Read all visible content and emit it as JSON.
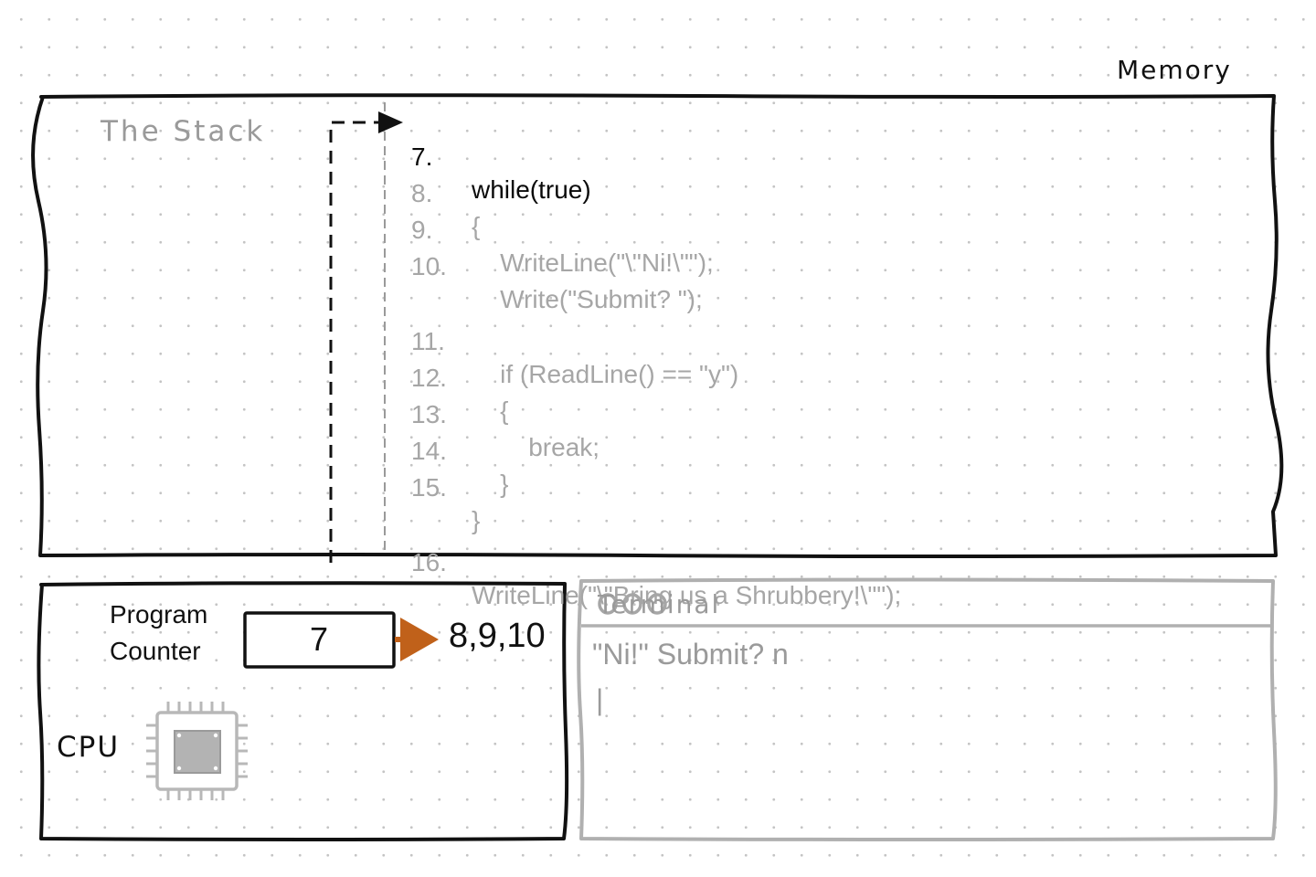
{
  "memory": {
    "label": "Memory",
    "stack_label": "The Stack",
    "code_lines": [
      {
        "num": "7.",
        "text": "while(true)",
        "current": true
      },
      {
        "num": "8.",
        "text": "{"
      },
      {
        "num": "9.",
        "text": "    WriteLine(\"\\\"Ni!\\\"\");"
      },
      {
        "num": "10.",
        "text": "    Write(\"Submit? \");"
      },
      {
        "num": "11.",
        "text": "    if (ReadLine() == \"y\")"
      },
      {
        "num": "12.",
        "text": "    {"
      },
      {
        "num": "13.",
        "text": "        break;"
      },
      {
        "num": "14.",
        "text": "    }"
      },
      {
        "num": "15.",
        "text": "}"
      },
      {
        "num": "16.",
        "text": "WriteLine(\"\\\"Bring us a Shrubbery!\\\"\");"
      }
    ]
  },
  "cpu": {
    "program_counter_label": [
      "Program",
      "Counter"
    ],
    "program_counter_value": "7",
    "next_lines": "8,9,10",
    "cpu_label": "CPU"
  },
  "terminal": {
    "title": "Terminal",
    "output": "\"Ni!\" Submit? n",
    "cursor": "|"
  },
  "colors": {
    "ink": "#111111",
    "faded": "#a6a6a6",
    "arrow": "#c0611a",
    "chip": "#b8b8b8"
  }
}
